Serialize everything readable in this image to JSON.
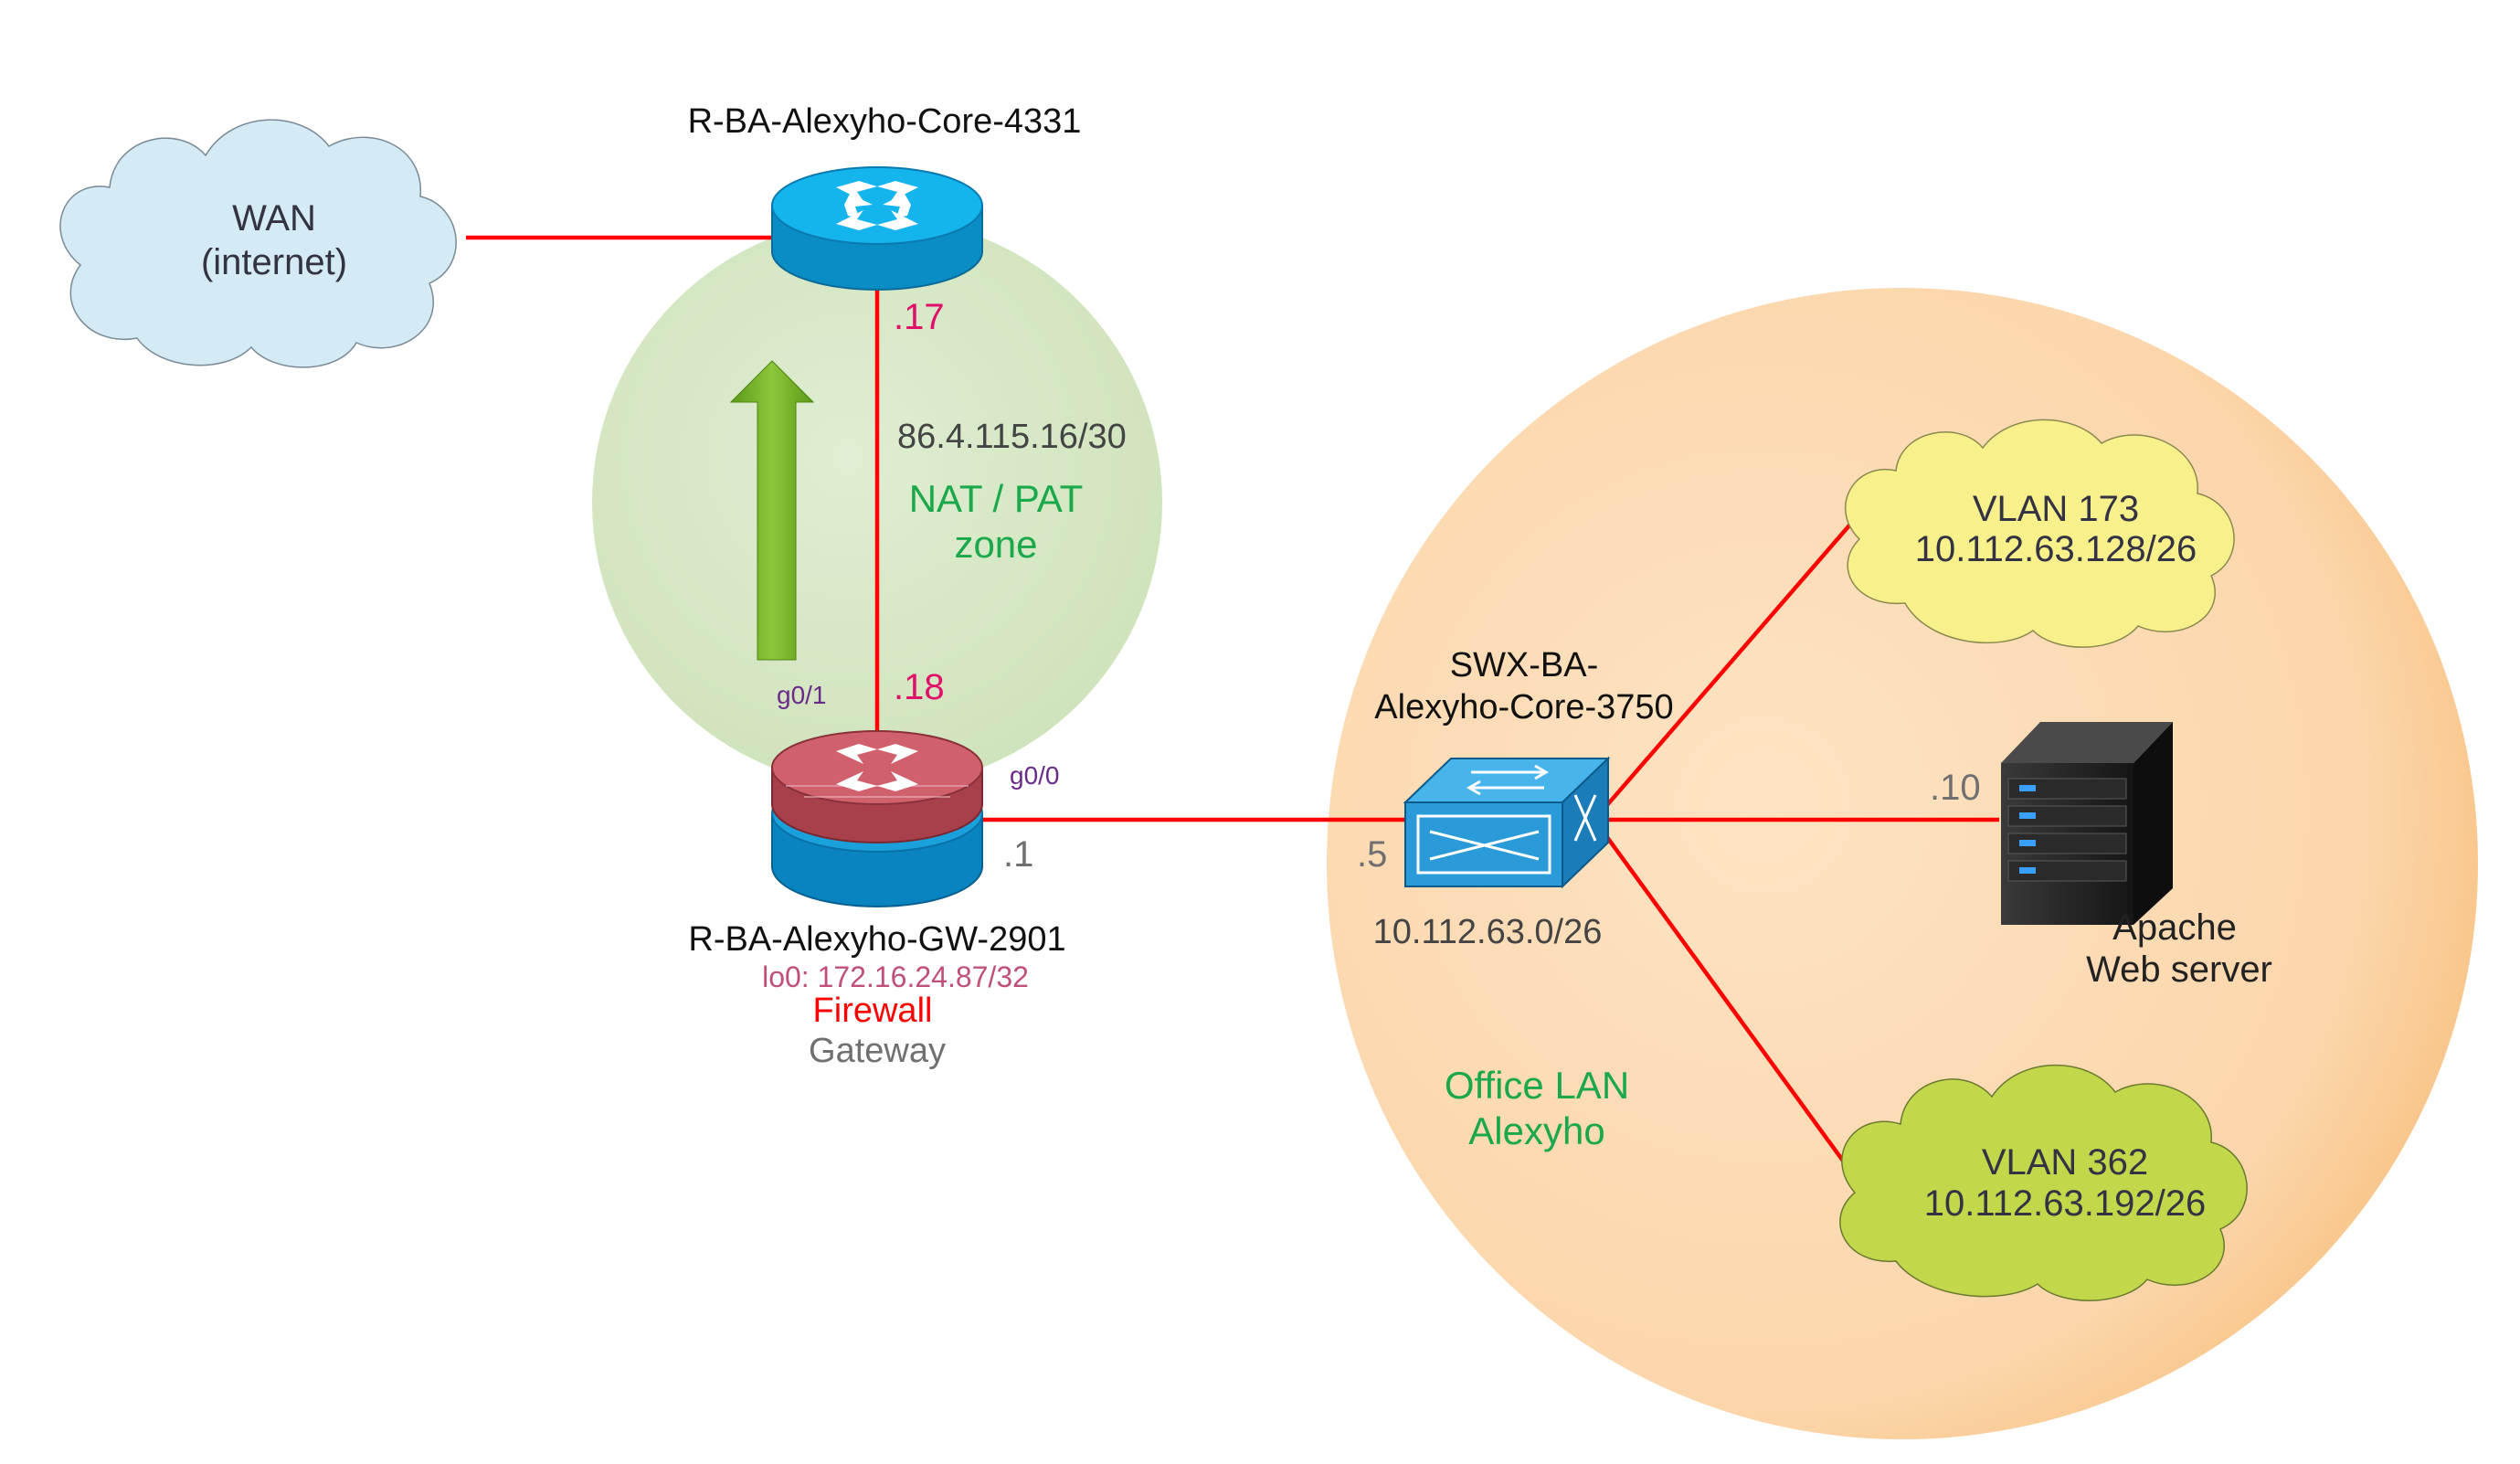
{
  "colors": {
    "link": "#ff0000",
    "nat_zone_fill": "#d5e8c4",
    "lan_zone_fill": "#fcd9b0",
    "wan_cloud": "#d4eaf5",
    "vlan173_cloud": "#f8f08a",
    "vlan362_cloud": "#c2d84a",
    "router_blue": "#14b4ec",
    "firewall_red": "#c8505c",
    "switch_blue": "#2a9bd8",
    "arrow_green": "#7cb82a"
  },
  "wan": {
    "line1": "WAN",
    "line2": "(internet)",
    "icon": "cloud-icon"
  },
  "core_router": {
    "name": "R-BA-Alexyho-Core-4331",
    "icon": "router-icon"
  },
  "nat_zone": {
    "subnet": "86.4.115.16/30",
    "label_line1": "NAT / PAT",
    "label_line2": "zone",
    "core_ip": ".17",
    "gw_ip": ".18",
    "arrow_icon": "up-arrow-icon"
  },
  "gateway": {
    "name": "R-BA-Alexyho-GW-2901",
    "loopback": "lo0: 172.16.24.87/32",
    "role1": "Firewall",
    "role2": "Gateway",
    "if_up": "g0/1",
    "if_lan": "g0/0",
    "lan_ip": ".1",
    "icon": "firewall-router-icon"
  },
  "switch": {
    "name_line1": "SWX-BA-",
    "name_line2": "Alexyho-Core-3750",
    "ip": ".5",
    "subnet": "10.112.63.0/26",
    "icon": "switch-icon"
  },
  "lan_zone": {
    "label_line1": "Office LAN",
    "label_line2": "Alexyho"
  },
  "vlan173": {
    "line1": "VLAN 173",
    "line2": "10.112.63.128/26"
  },
  "vlan362": {
    "line1": "VLAN 362",
    "line2": "10.112.63.192/26"
  },
  "server": {
    "ip": ".10",
    "line1": "Apache",
    "line2": "Web server",
    "icon": "server-icon"
  }
}
